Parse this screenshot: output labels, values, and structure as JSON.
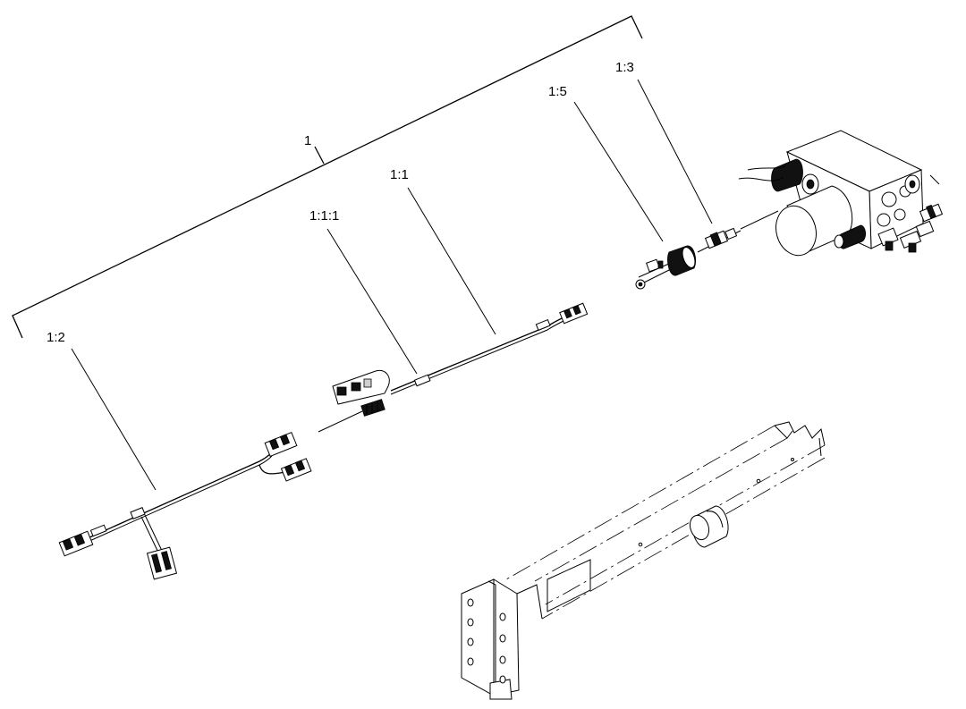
{
  "callouts": {
    "assembly": "1",
    "harness_main": "1:1",
    "harness_sub": "1:1:1",
    "harness_branch": "1:2",
    "valve_cartridge": "1:3",
    "solenoid_coil": "1:5"
  }
}
